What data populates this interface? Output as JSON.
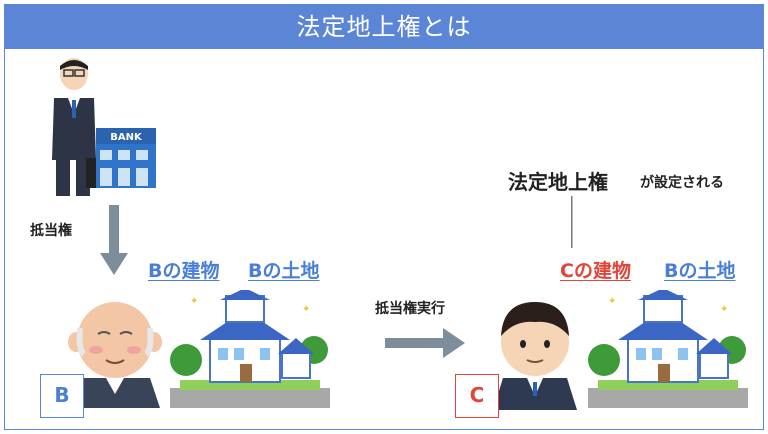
{
  "title": "法定地上権とは",
  "labels": {
    "mortgage": "抵当権",
    "foreclosure": "抵当権実行",
    "statutory_right": "法定地上権",
    "is_set": "が設定される",
    "b_building": "Bの建物",
    "b_land_left": "Bの土地",
    "c_building": "Cの建物",
    "b_land_right": "Bの土地",
    "bank_sign": "BANK"
  },
  "persons": {
    "b": "B",
    "c": "C"
  },
  "colors": {
    "header": "#5b86d6",
    "link_blue": "#4a7fd6",
    "link_red": "#e0453a",
    "arrow": "#7d8e9a"
  }
}
